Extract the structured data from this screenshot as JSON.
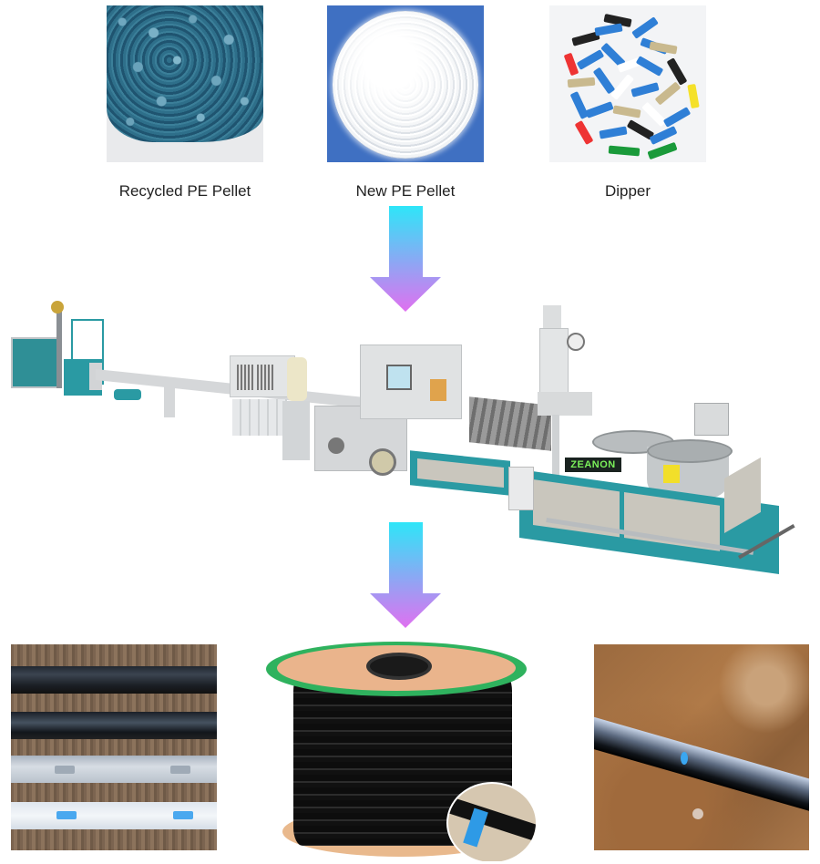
{
  "inputs": {
    "items": [
      {
        "label": "Recycled PE Pellet",
        "image": "recycled-pe-pellets-photo",
        "color": "#2e6f8a"
      },
      {
        "label": "New PE Pellet",
        "image": "new-pe-pellets-photo",
        "color": "#3f70c2"
      },
      {
        "label": "Dipper",
        "image": "dripper-photo",
        "color": "#2f7fd6"
      }
    ]
  },
  "arrows": {
    "gradient_top": "#2ee6f8",
    "gradient_bottom": "#e070f0"
  },
  "machine": {
    "image": "drip-tape-production-line-photo",
    "brand": "ZEANON"
  },
  "outputs": {
    "items": [
      {
        "image": "drip-tape-samples-photo"
      },
      {
        "image": "drip-tape-reel-photo"
      },
      {
        "image": "drip-tape-in-use-photo"
      }
    ]
  }
}
